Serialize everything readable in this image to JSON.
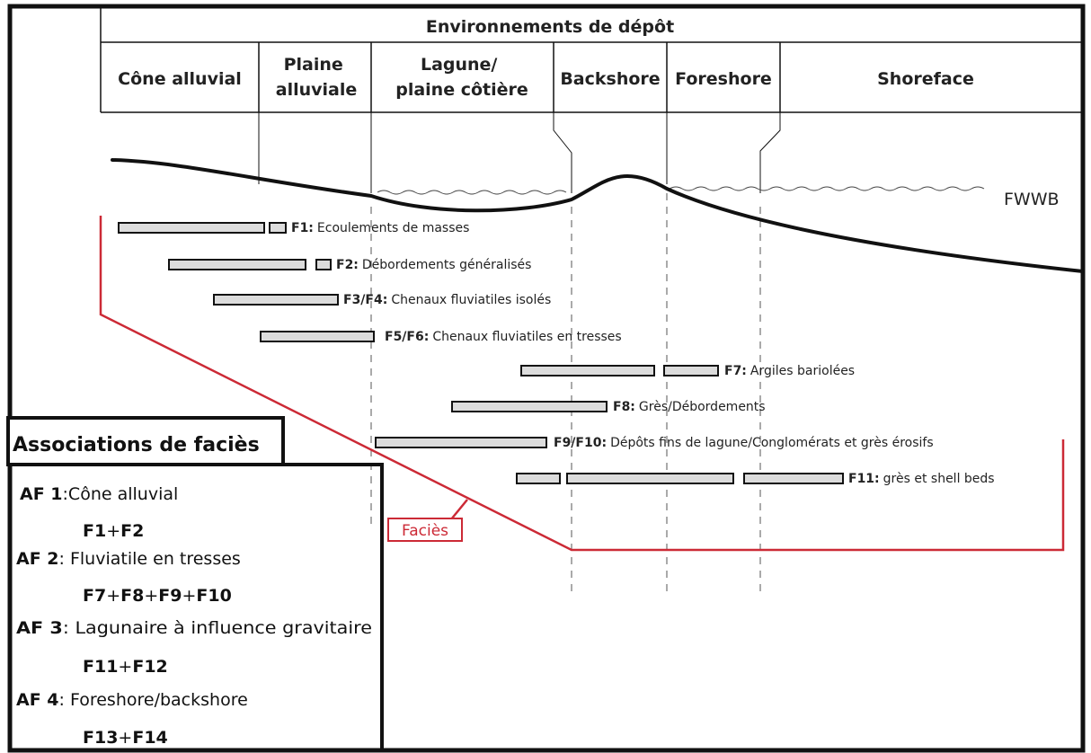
{
  "title": "Environnements de dépôt",
  "environments": [
    {
      "lines": [
        "Cône alluvial"
      ]
    },
    {
      "lines": [
        "Plaine",
        "alluviale"
      ]
    },
    {
      "lines": [
        "Lagune/",
        "plaine côtière"
      ]
    },
    {
      "lines": [
        "Backshore"
      ]
    },
    {
      "lines": [
        "Foreshore"
      ]
    },
    {
      "lines": [
        "Shoreface"
      ]
    }
  ],
  "fwwb_label": "FWWB",
  "facies_tag": "Faciès",
  "facies": [
    {
      "code": "F1:",
      "desc": "Ecoulements de masses"
    },
    {
      "code": "F2:",
      "desc": "Débordements généralisés"
    },
    {
      "code": "F3/F4:",
      "desc": "Chenaux fluviatiles isolés"
    },
    {
      "code": "F5/F6:",
      "desc": "Chenaux fluviatiles en tresses"
    },
    {
      "code": "F7:",
      "desc": "Argiles bariolées"
    },
    {
      "code": "F8:",
      "desc": "Grès/Débordements"
    },
    {
      "code": "F9/F10:",
      "desc": "Dépôts fins de lagune/Conglomérats et grès érosifs"
    },
    {
      "code": "F11:",
      "desc": "grès et shell beds"
    }
  ],
  "associations": {
    "title": "Associations de faciès",
    "items": [
      {
        "code": "AF 1",
        "name": ":Cône alluvial",
        "facies": [
          "F1",
          "F2"
        ]
      },
      {
        "code": "AF 2",
        "name": ": Fluviatile en tresses",
        "facies": [
          "F7",
          "F8",
          "F9",
          "F10"
        ]
      },
      {
        "code": "AF 3",
        "name": ": Lagunaire à influence gravitaire",
        "facies": [
          "F11",
          "F12"
        ]
      },
      {
        "code": "AF 4",
        "name": ": Foreshore/backshore",
        "facies": [
          "F13",
          "F14"
        ]
      }
    ]
  },
  "colors": {
    "red": "#cc2a36",
    "bar_fill": "#dcdcdc",
    "line": "#111111"
  }
}
